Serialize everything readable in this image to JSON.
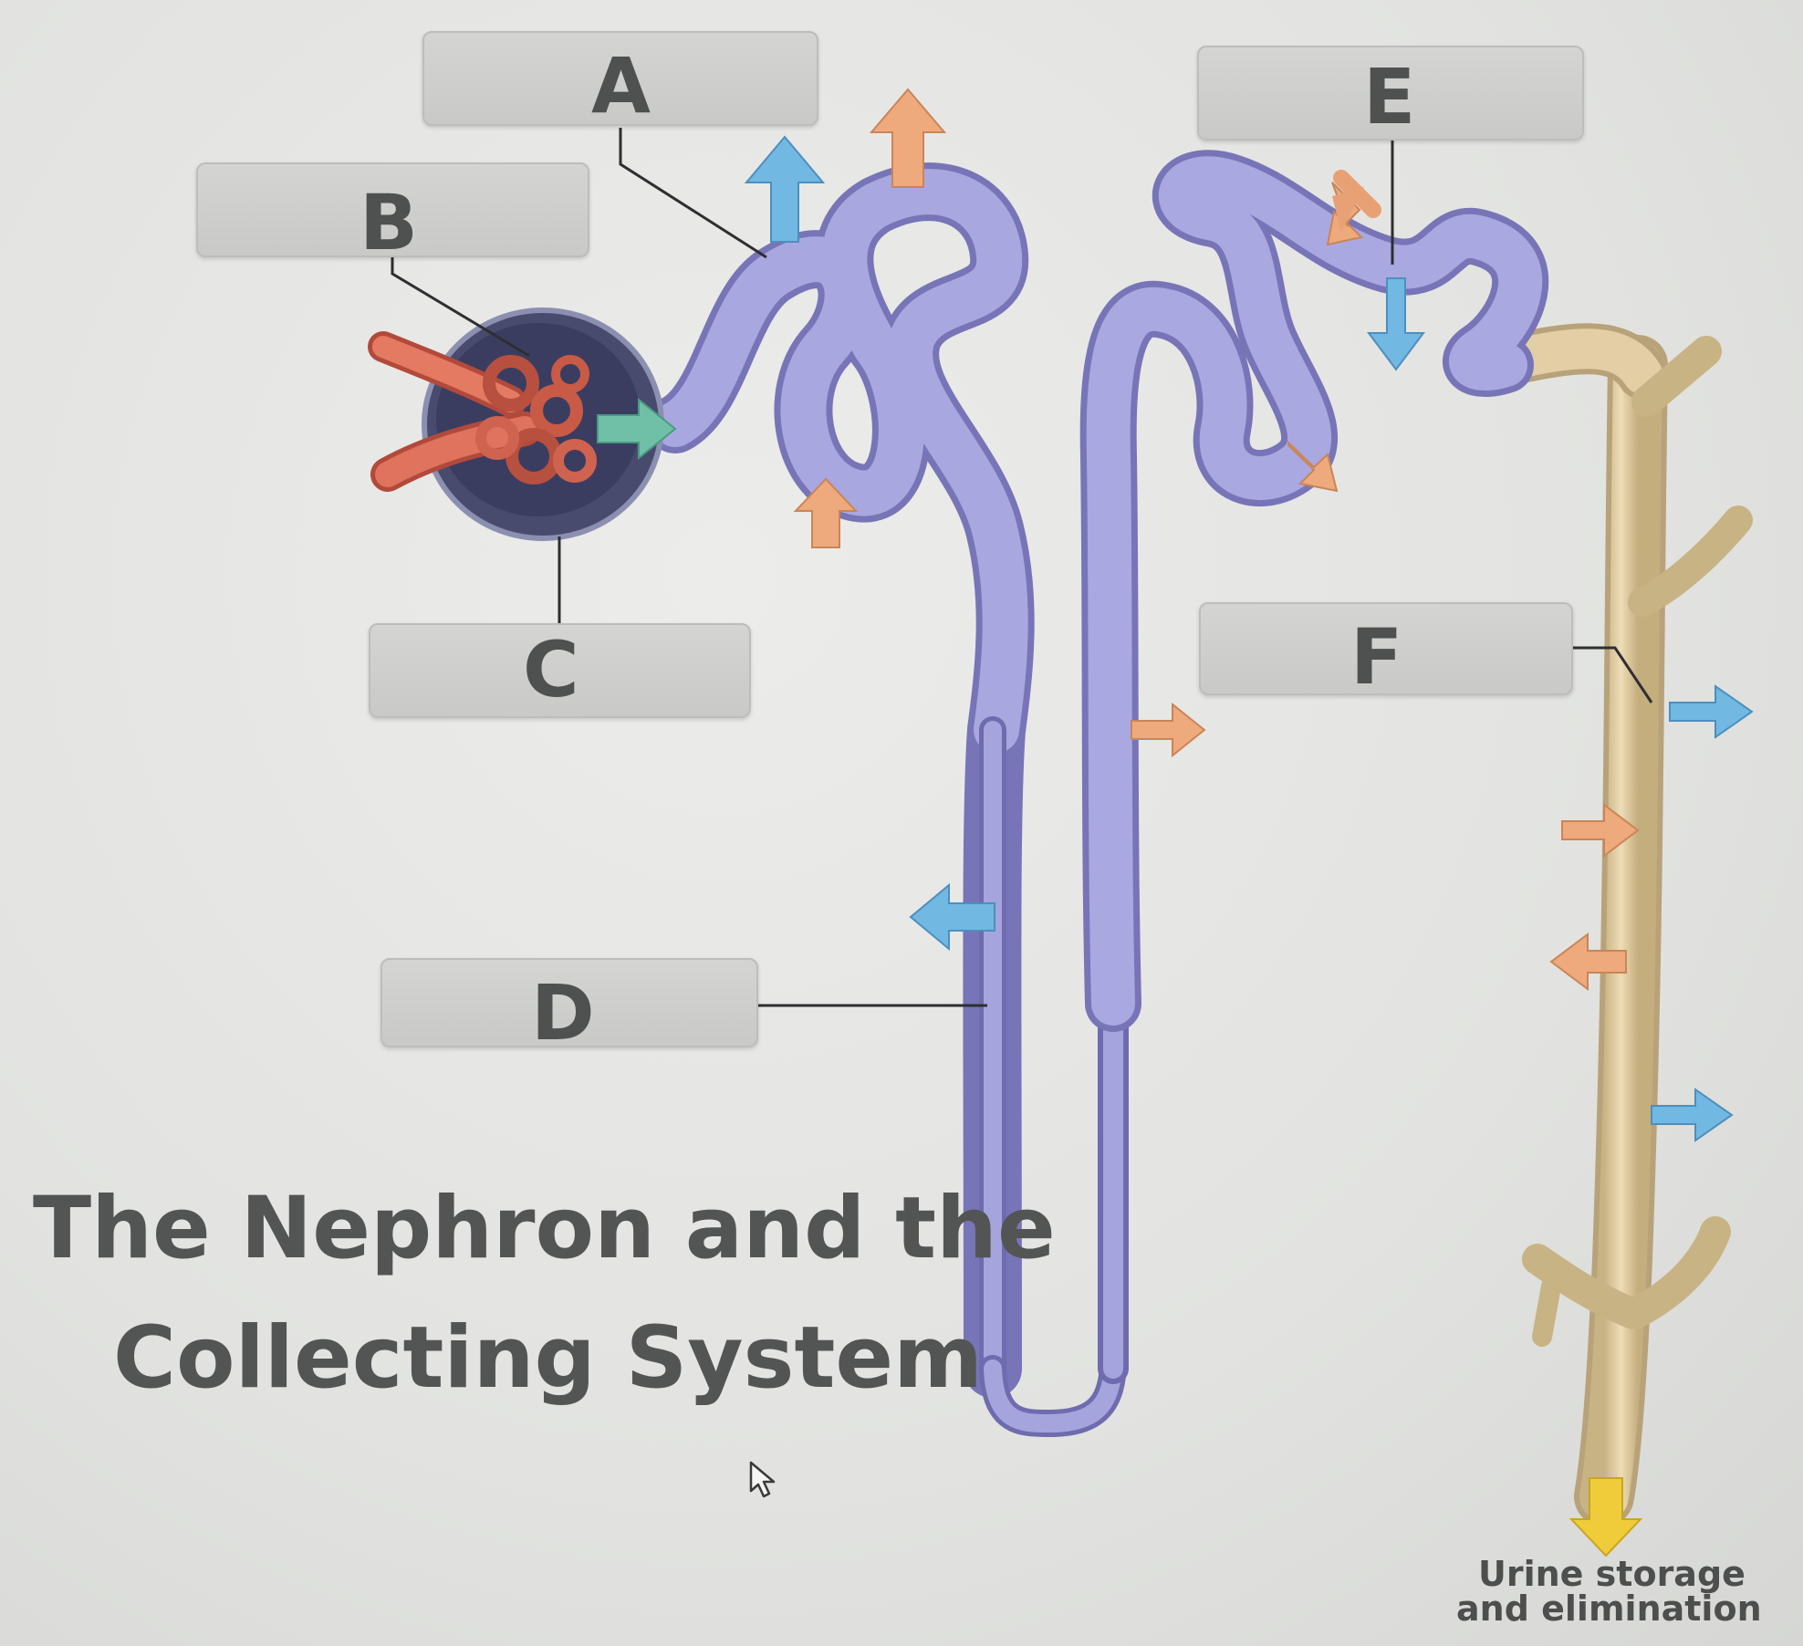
{
  "labels": {
    "a": "A",
    "b": "B",
    "c": "C",
    "d": "D",
    "e": "E",
    "f": "F"
  },
  "title": {
    "line1": "The Nephron and the",
    "line2": "Collecting System"
  },
  "caption": {
    "line1": "Urine storage",
    "line2": "and elimination"
  },
  "icons": {
    "blue_arrow": "blue-arrow-icon",
    "orange_arrow": "orange-arrow-icon",
    "yellow_arrow": "yellow-arrow-icon",
    "cursor": "mouse-pointer-icon"
  },
  "colors": {
    "tubule": "#9d9bd6",
    "collecting_duct": "#d8c49a",
    "blood_vessel": "#e0735e",
    "capsule": "#3b3e63",
    "blue_arrow": "#6cb4e0",
    "orange_arrow": "#e9a678",
    "yellow_arrow": "#f0cc3a",
    "label_box": "#cfd0cd",
    "text": "#535554"
  }
}
